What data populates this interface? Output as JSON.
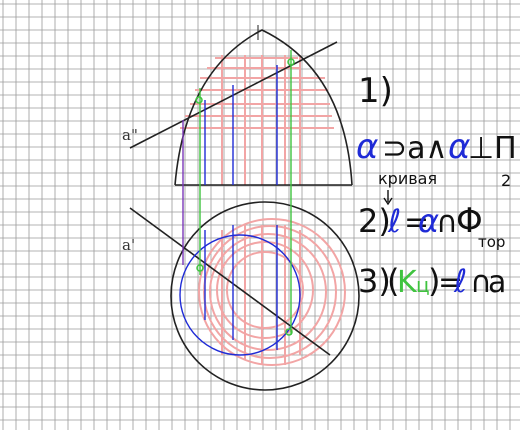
{
  "labels": {
    "a_front": "a\"",
    "a_top": "a'"
  },
  "steps": {
    "s1": {
      "num": "1)",
      "alpha": "α",
      "text": "⊃a∧",
      "alpha2": "α",
      "perp": "⊥Π",
      "sub": "2"
    },
    "s2": {
      "num": "2)",
      "note": "кривая",
      "l": "ℓ",
      "eq": "=",
      "alpha": "α",
      "cap": "∩",
      "phi": "Φ",
      "sub": "тор"
    },
    "s3": {
      "num": "3)",
      "paren_open": "(",
      "k": "K",
      "sub": "ц",
      "paren_close": ")",
      "eq": "=",
      "l": "ℓ",
      "cap": "∩",
      "a": "a"
    }
  },
  "colors": {
    "grid": "#9a9a9a",
    "ink": "#222222",
    "pink": "#f2a5a5",
    "blue": "#1f2bd6",
    "green": "#3fc33f",
    "purple": "#7a38b8"
  }
}
